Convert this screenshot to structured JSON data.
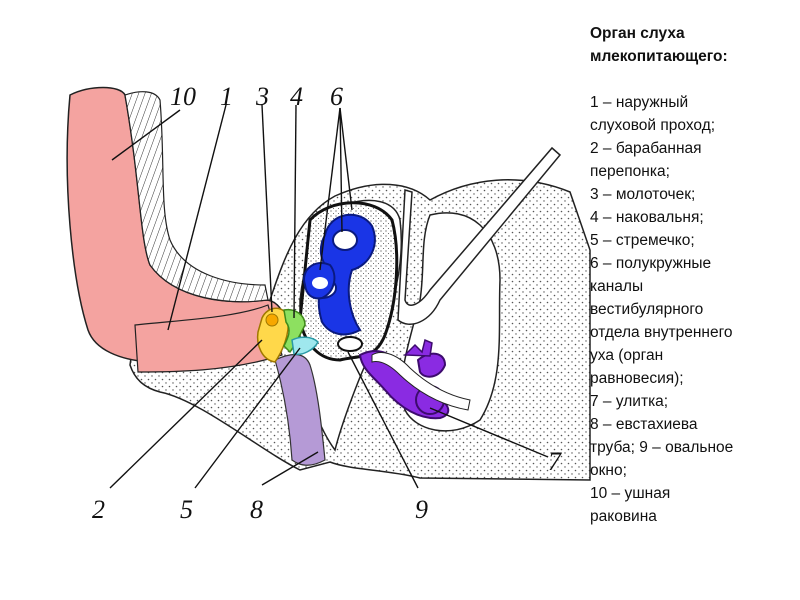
{
  "labels": {
    "n1": "1",
    "n2": "2",
    "n3": "3",
    "n4": "4",
    "n5": "5",
    "n6": "6",
    "n7": "7",
    "n8": "8",
    "n9": "9",
    "n10": "10"
  },
  "legend": {
    "title_line1": "Орган слуха",
    "title_line2": "млекопитающего:",
    "items": [
      "1 – наружный",
      "слуховой проход;",
      "2 – барабанная",
      "перепонка;",
      "3 – молоточек;",
      "4 – наковальня;",
      "5 – стремечко;",
      "6 – полукружные",
      "каналы",
      "вестибулярного",
      "отдела внутреннего",
      "уха (орган",
      "равновесия);",
      "7 – улитка;",
      " 8 – евстахиева",
      "труба; 9 – овальное",
      "окно;",
      "10 – ушная",
      "раковина"
    ]
  },
  "colors": {
    "outer_ear": "#f4a3a0",
    "semicircular_canals": "#1a35e6",
    "cochlea": "#8a2be2",
    "eustachian_tube": "#b59ad6",
    "malleus": "#ffd84a",
    "incus": "#8de060",
    "stapes": "#9fe8ee"
  }
}
